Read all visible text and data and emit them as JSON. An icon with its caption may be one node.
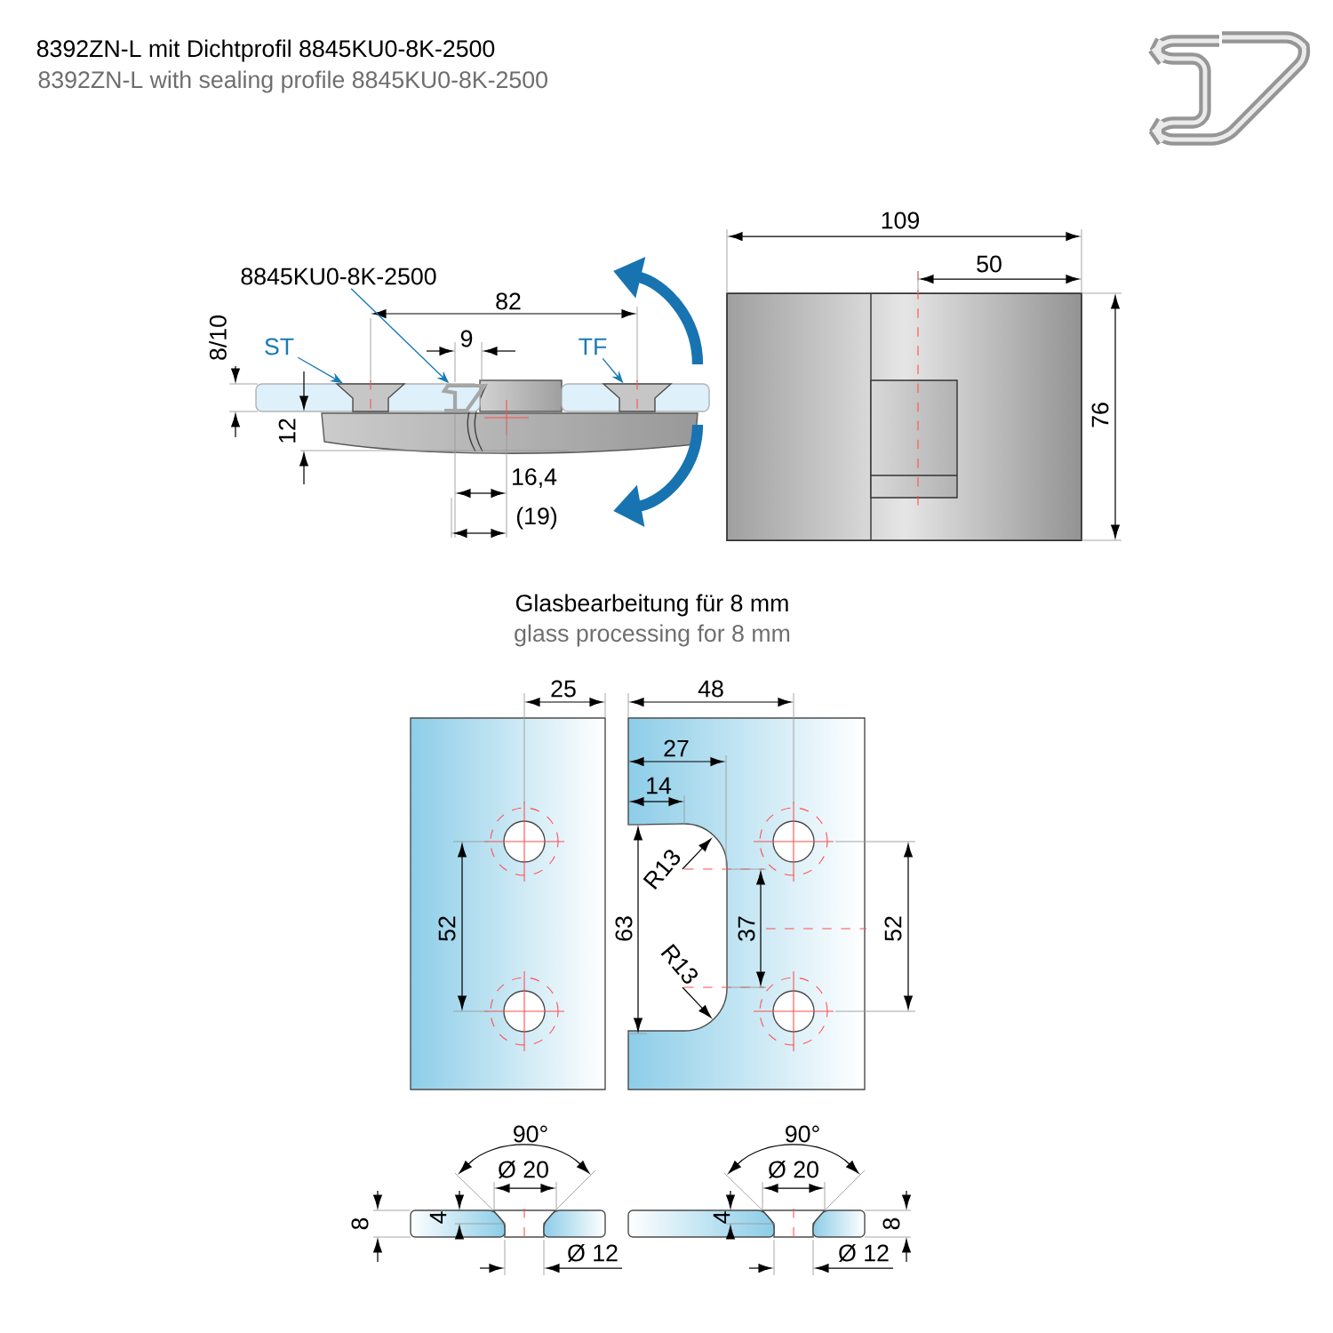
{
  "diagram": {
    "title": "8392ZN-L mit Dichtprofil 8845KU0-8K-2500",
    "nodes": [
      {
        "text": [
          "8845KU0-8K-2500"
        ]
      },
      {
        "text": [
          "ST"
        ]
      },
      {
        "text": [
          "TF"
        ]
      },
      {
        "text": [],
        "shape": "box"
      },
      {
        "text": [],
        "shape": "picture"
      },
      {
        "text": [],
        "shape": "box"
      }
    ],
    "edges": [
      {
        "from": 0,
        "to": 4,
        "arrow": "to"
      },
      {
        "from": 1,
        "to": 3,
        "arrow": "to"
      },
      {
        "from": 2,
        "to": 5,
        "arrow": "to"
      }
    ],
    "labels": [
      "8392ZN-L with sealing profile 8845KU0-8K-2500",
      "109",
      "50",
      "82",
      "8/10",
      "9",
      "76",
      "12",
      "16,4",
      "(19)",
      "Glasbearbeitung für 8 mm",
      "glass processing for 8 mm",
      "25",
      "48",
      "27",
      "14",
      "R13",
      "52",
      "63",
      "37",
      "52",
      "R13",
      "90°",
      "90°",
      "Ø 20",
      "Ø 20",
      "8",
      "4",
      "4",
      "8",
      "Ø 12",
      "Ø 12"
    ]
  }
}
